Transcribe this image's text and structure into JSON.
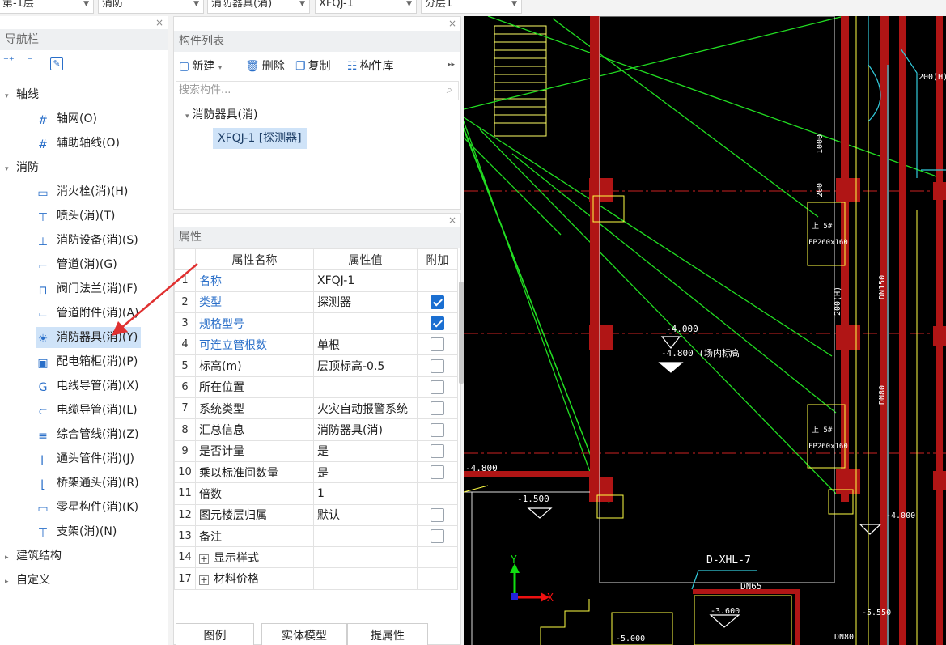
{
  "top_combos": [
    {
      "value": "第-1层"
    },
    {
      "value": "消防"
    },
    {
      "value": "消防器具(消)"
    },
    {
      "value": "XFQJ-1"
    },
    {
      "value": "分层1"
    }
  ],
  "nav": {
    "title": "导航栏",
    "close": "×",
    "tools": {
      "add": "⁺⁺",
      "remove": "⁻",
      "edit": "✎"
    },
    "items": [
      {
        "label": "轴线",
        "tri": "▾",
        "icon": ""
      },
      {
        "label": "轴网(O)",
        "icon": "#"
      },
      {
        "label": "辅助轴线(O)",
        "icon": "#"
      },
      {
        "label": "消防",
        "tri": "▾",
        "icon": ""
      },
      {
        "label": "消火栓(消)(H)",
        "icon": "▭"
      },
      {
        "label": "喷头(消)(T)",
        "icon": "⊤"
      },
      {
        "label": "消防设备(消)(S)",
        "icon": "⊥"
      },
      {
        "label": "管道(消)(G)",
        "icon": "⌐"
      },
      {
        "label": "阀门法兰(消)(F)",
        "icon": "⊓"
      },
      {
        "label": "管道附件(消)(A)",
        "icon": "⌙"
      },
      {
        "label": "消防器具(消)(Y)",
        "icon": "☀"
      },
      {
        "label": "配电箱柜(消)(P)",
        "icon": "▣"
      },
      {
        "label": "电线导管(消)(X)",
        "icon": "G"
      },
      {
        "label": "电缆导管(消)(L)",
        "icon": "⊂"
      },
      {
        "label": "综合管线(消)(Z)",
        "icon": "≡"
      },
      {
        "label": "通头管件(消)(J)",
        "icon": "⌊"
      },
      {
        "label": "桥架通头(消)(R)",
        "icon": "⌊"
      },
      {
        "label": "零星构件(消)(K)",
        "icon": "▭"
      },
      {
        "label": "支架(消)(N)",
        "icon": "⊤"
      },
      {
        "label": "建筑结构",
        "tri": "▸",
        "icon": ""
      },
      {
        "label": "自定义",
        "tri": "▸",
        "icon": ""
      }
    ]
  },
  "complist": {
    "title": "构件列表",
    "close": "×",
    "toolbar": {
      "new": "新建",
      "new_caret": "▾",
      "delete": "删除",
      "copy": "复制",
      "library": "构件库",
      "more": "▸▸"
    },
    "search_placeholder": "搜索构件...",
    "search_icon": "⌕",
    "group": "消防器具(消)",
    "group_tri": "▾",
    "item": "XFQJ-1 [探测器]"
  },
  "props": {
    "title": "属性",
    "close": "×",
    "headers": {
      "name": "属性名称",
      "value": "属性值",
      "extra": "附加"
    },
    "rows": [
      {
        "num": "1",
        "name": "名称",
        "value": "XFQJ-1",
        "check": "none",
        "blue": true
      },
      {
        "num": "2",
        "name": "类型",
        "value": "探测器",
        "check": "on",
        "blue": true
      },
      {
        "num": "3",
        "name": "规格型号",
        "value": "",
        "check": "on",
        "blue": true
      },
      {
        "num": "4",
        "name": "可连立管根数",
        "value": "单根",
        "check": "off",
        "blue": true
      },
      {
        "num": "5",
        "name": "标高(m)",
        "value": "层顶标高-0.5",
        "check": "off",
        "blue": false
      },
      {
        "num": "6",
        "name": "所在位置",
        "value": "",
        "check": "off",
        "blue": false
      },
      {
        "num": "7",
        "name": "系统类型",
        "value": "火灾自动报警系统",
        "check": "off",
        "blue": false
      },
      {
        "num": "8",
        "name": "汇总信息",
        "value": "消防器具(消)",
        "check": "off",
        "blue": false
      },
      {
        "num": "9",
        "name": "是否计量",
        "value": "是",
        "check": "off",
        "blue": false
      },
      {
        "num": "10",
        "name": "乘以标准间数量",
        "value": "是",
        "check": "off",
        "blue": false
      },
      {
        "num": "11",
        "name": "倍数",
        "value": "1",
        "check": "none",
        "blue": false
      },
      {
        "num": "12",
        "name": "图元楼层归属",
        "value": "默认",
        "check": "off",
        "blue": false
      },
      {
        "num": "13",
        "name": "备注",
        "value": "",
        "check": "off",
        "blue": false
      },
      {
        "num": "14",
        "name": "显示样式",
        "value": "",
        "check": "none",
        "blue": false,
        "expand": true
      },
      {
        "num": "17",
        "name": "材料价格",
        "value": "",
        "check": "none",
        "blue": false,
        "expand": true
      }
    ],
    "buttons": {
      "legend": "图例",
      "solid": "实体模型",
      "extract": "提属性"
    }
  },
  "cad": {
    "labels": {
      "t1": "-4.000",
      "t2": "-4.800 (场内标高",
      "t3": ")",
      "t4": "-4.800",
      "t5": "-1.500",
      "t6": "D-XHL-7",
      "t7": "DN65",
      "t8": "-3.600",
      "t9": "-5.000",
      "t10": "DN80",
      "t11": "-5.550",
      "t12": "200(H)",
      "t13": "1000",
      "t14": "200",
      "t15": "DN150",
      "t16": "DN80",
      "t17": "-4.000",
      "t18": "Y",
      "t19": "X",
      "t20": "上 5#",
      "t21": "FP260x160",
      "t22": "上 5#",
      "t23": "FP260x160",
      "t24": "200(H)"
    }
  }
}
